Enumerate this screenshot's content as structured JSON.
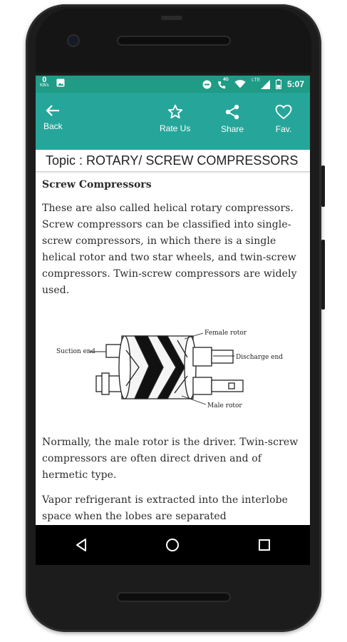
{
  "status_bar": {
    "speed_value": "0",
    "speed_unit": "KB/s",
    "time": "5:07",
    "network_label": "4G",
    "lte_label": "LTE",
    "icons": [
      "image-icon",
      "dnd-icon",
      "call-icon",
      "wifi-icon",
      "signal-icon",
      "battery-icon"
    ]
  },
  "app_bar": {
    "back_label": "Back",
    "rate_label": "Rate Us",
    "share_label": "Share",
    "fav_label": "Fav.",
    "color": "#26a69a",
    "status_color": "#1f9b86"
  },
  "topic": {
    "text": "Topic : ROTARY/ SCREW COMPRESSORS"
  },
  "article": {
    "heading": "Screw Compressors",
    "para1": "These are also called helical rotary compressors. Screw compressors can be classified into single-screw compressors, in which there is a single helical rotor and two star wheels, and twin-screw compressors. Twin-screw compressors are widely used.",
    "para2": "Normally, the male rotor is the driver. Twin-screw compressors are often direct driven and of hermetic type.",
    "para3": "Vapor refrigerant is extracted into the interlobe space when the lobes are separated"
  },
  "diagram": {
    "labels": {
      "female_rotor": "Female rotor",
      "suction_end": "Suction end",
      "discharge_end": "Discharge end",
      "male_rotor": "Male rotor"
    }
  },
  "nav": {
    "icons": [
      "back-triangle-icon",
      "home-circle-icon",
      "recents-square-icon"
    ]
  }
}
